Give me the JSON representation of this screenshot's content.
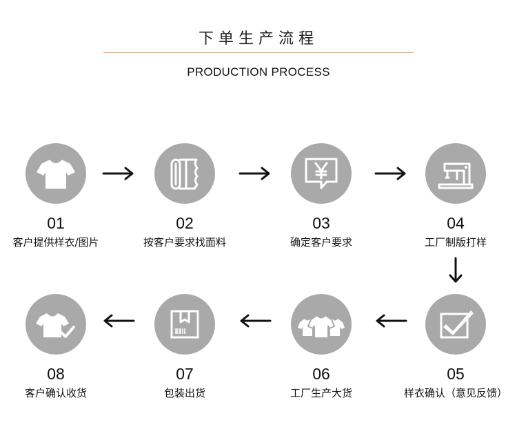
{
  "header": {
    "title_cn": "下单生产流程",
    "title_en": "PRODUCTION PROCESS",
    "accent_color": "#e8a050"
  },
  "theme": {
    "circle_color": "#a9a9a9",
    "icon_color": "#ffffff",
    "arrow_color": "#111111"
  },
  "steps": [
    {
      "number": "01",
      "label": "客户提供样衣/图片",
      "icon": "tshirt-icon"
    },
    {
      "number": "02",
      "label": "按客户要求找面料",
      "icon": "fabric-roll-icon"
    },
    {
      "number": "03",
      "label": "确定客户要求",
      "icon": "yen-price-icon"
    },
    {
      "number": "04",
      "label": "工厂制版打样",
      "icon": "sewing-machine-icon"
    },
    {
      "number": "05",
      "label": "样衣确认（意见反馈）",
      "icon": "checkbox-icon"
    },
    {
      "number": "06",
      "label": "工厂生产大货",
      "icon": "clothes-batch-icon"
    },
    {
      "number": "07",
      "label": "包装出货",
      "icon": "package-box-icon"
    },
    {
      "number": "08",
      "label": "客户确认收货",
      "icon": "tshirt-check-icon"
    }
  ]
}
